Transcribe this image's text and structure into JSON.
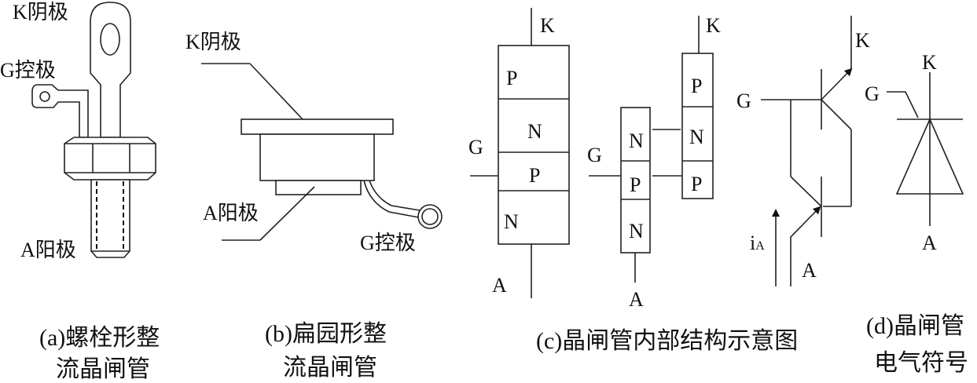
{
  "panel_a": {
    "labels": {
      "cathode": "K阴极",
      "gate": "G控极",
      "anode": "A阳极"
    },
    "caption": [
      "(a)螺栓形整",
      "流晶闸管"
    ]
  },
  "panel_b": {
    "labels": {
      "cathode": "K阴极",
      "anode": "A阳极",
      "gate": "G控极"
    },
    "caption": [
      "(b)扁园形整",
      "流晶闸管"
    ]
  },
  "panel_c": {
    "structure_left": {
      "terminals": {
        "top": "K",
        "side": "G",
        "bottom": "A"
      },
      "layers": [
        "P",
        "N",
        "P",
        "N"
      ]
    },
    "structure_split_left": {
      "gate": "G",
      "bottom": "A",
      "layers": [
        "N",
        "P",
        "N"
      ]
    },
    "structure_split_right": {
      "top": "K",
      "layers": [
        "P",
        "N",
        "P"
      ]
    },
    "transistor_model": {
      "gate": "G",
      "cathode": "K",
      "anode": "A",
      "current": "i",
      "current_sub": "A"
    },
    "caption": "(c)晶闸管内部结构示意图"
  },
  "panel_d": {
    "labels": {
      "cathode": "K",
      "gate": "G",
      "anode": "A"
    },
    "caption": [
      "(d)晶闸管",
      "电气符号"
    ]
  }
}
